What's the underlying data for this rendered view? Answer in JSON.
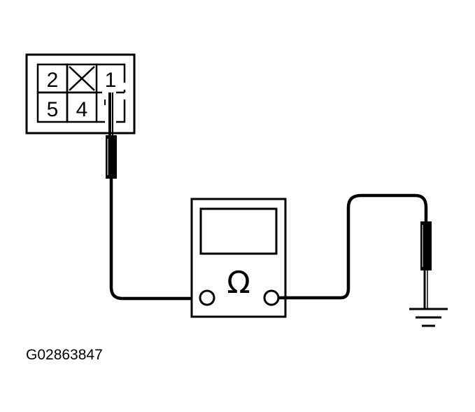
{
  "connector": {
    "pins": {
      "top_left": "2",
      "top_right": "1",
      "bottom_left": "5",
      "bottom_middle": "4"
    },
    "blank_pin": "x-mark"
  },
  "meter": {
    "symbol": "Ω"
  },
  "figure_id": "G02863847",
  "colors": {
    "line": "#000000",
    "background": "#ffffff"
  }
}
